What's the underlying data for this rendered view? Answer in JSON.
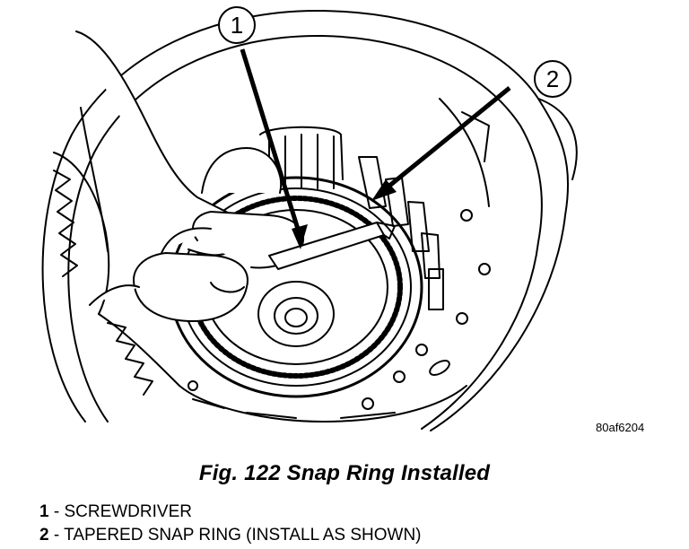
{
  "figure": {
    "callouts": [
      {
        "number": "1"
      },
      {
        "number": "2"
      }
    ],
    "code": "80af6204",
    "caption": "Fig. 122 Snap Ring Installed"
  },
  "legend": [
    {
      "number": "1",
      "text": " - SCREWDRIVER"
    },
    {
      "number": "2",
      "text": " - TAPERED SNAP RING (INSTALL AS SHOWN)"
    }
  ],
  "colors": {
    "ink": "#000000",
    "paper": "#ffffff"
  }
}
